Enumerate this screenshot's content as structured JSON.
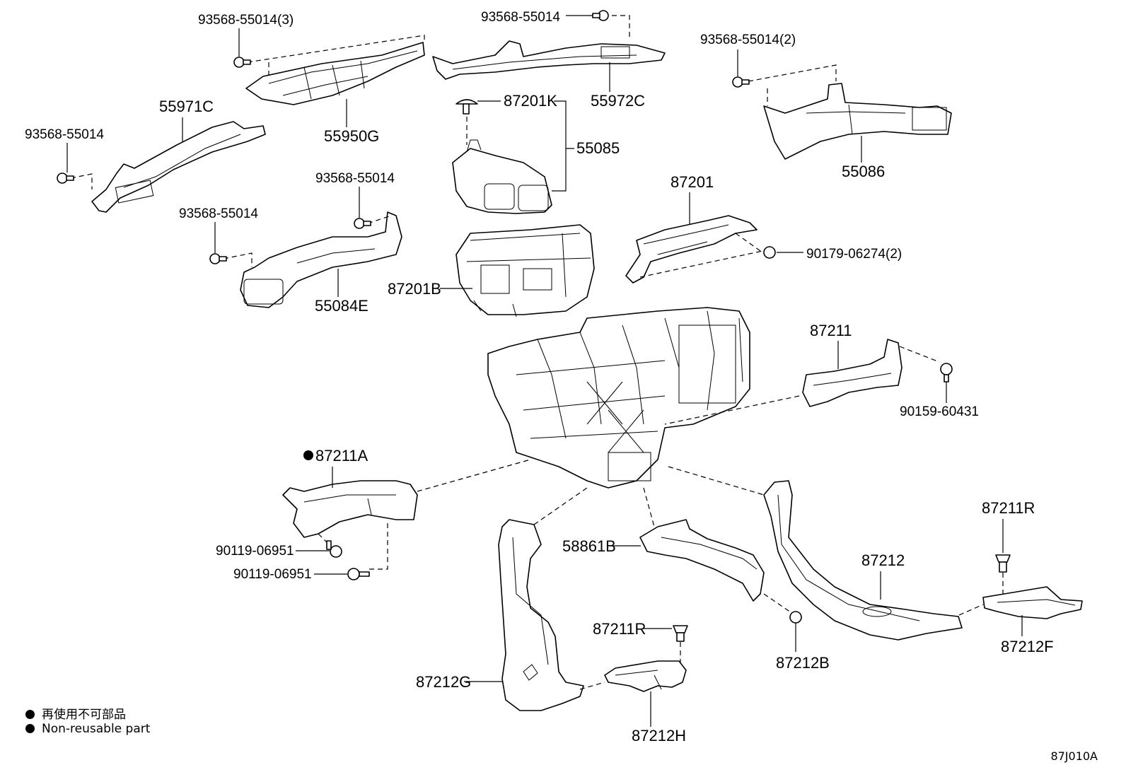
{
  "diagram_code": "87J010A",
  "legend": {
    "jp_text": "再使用不可部品",
    "en_text": "Non-reusable part"
  },
  "labels": {
    "l_93568_55014_3": "93568-55014(3)",
    "l_55950G": "55950G",
    "l_93568_55014_top": "93568-55014",
    "l_55972C": "55972C",
    "l_93568_55014_2": "93568-55014(2)",
    "l_55086": "55086",
    "l_55971C": "55971C",
    "l_93568_55014_left": "93568-55014",
    "l_87201K": "87201K",
    "l_55085": "55085",
    "l_93568_55014_mid": "93568-55014",
    "l_93568_55014_mid2": "93568-55014",
    "l_55084E": "55084E",
    "l_87201": "87201",
    "l_90179_06274_2": "90179-06274(2)",
    "l_87201B": "87201B",
    "l_87211": "87211",
    "l_90159_60431": "90159-60431",
    "l_87211A": "87211A",
    "l_90119_06951_a": "90119-06951",
    "l_90119_06951_b": "90119-06951",
    "l_58861B": "58861B",
    "l_87212": "87212",
    "l_87211R_right": "87211R",
    "l_87211R_mid": "87211R",
    "l_87212B": "87212B",
    "l_87212F": "87212F",
    "l_87212G": "87212G",
    "l_87212H": "87212H"
  }
}
